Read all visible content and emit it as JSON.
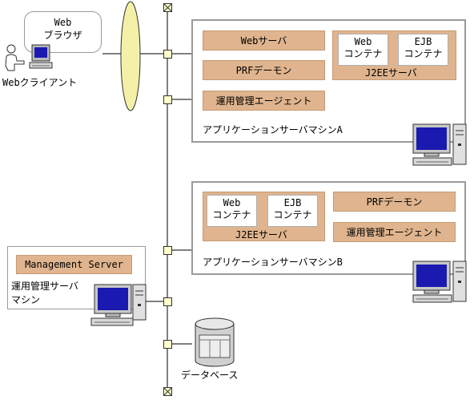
{
  "web_client": {
    "browser_label_line1": "Web",
    "browser_label_line2": "ブラウザ",
    "client_label": "Webクライアント"
  },
  "app_server_a": {
    "web_server": "Webサーバ",
    "prf_daemon": "PRFデーモン",
    "agent": "運用管理エージェント",
    "j2ee_label": "J2EEサーバ",
    "web_container_l1": "Web",
    "web_container_l2": "コンテナ",
    "ejb_container_l1": "EJB",
    "ejb_container_l2": "コンテナ",
    "machine_label": "アプリケーションサーバマシンA"
  },
  "app_server_b": {
    "prf_daemon": "PRFデーモン",
    "agent": "運用管理エージェント",
    "j2ee_label": "J2EEサーバ",
    "web_container_l1": "Web",
    "web_container_l2": "コンテナ",
    "ejb_container_l1": "EJB",
    "ejb_container_l2": "コンテナ",
    "machine_label": "アプリケーションサーバマシンB"
  },
  "management": {
    "server": "Management Server",
    "machine_label_l1": "運用管理サーバ",
    "machine_label_l2": "マシン"
  },
  "database": {
    "label": "データベース"
  },
  "colors": {
    "component_fill": "#dfb48e",
    "firewall_fill": "#f5f0a8",
    "node_fill": "#ffffcc"
  }
}
